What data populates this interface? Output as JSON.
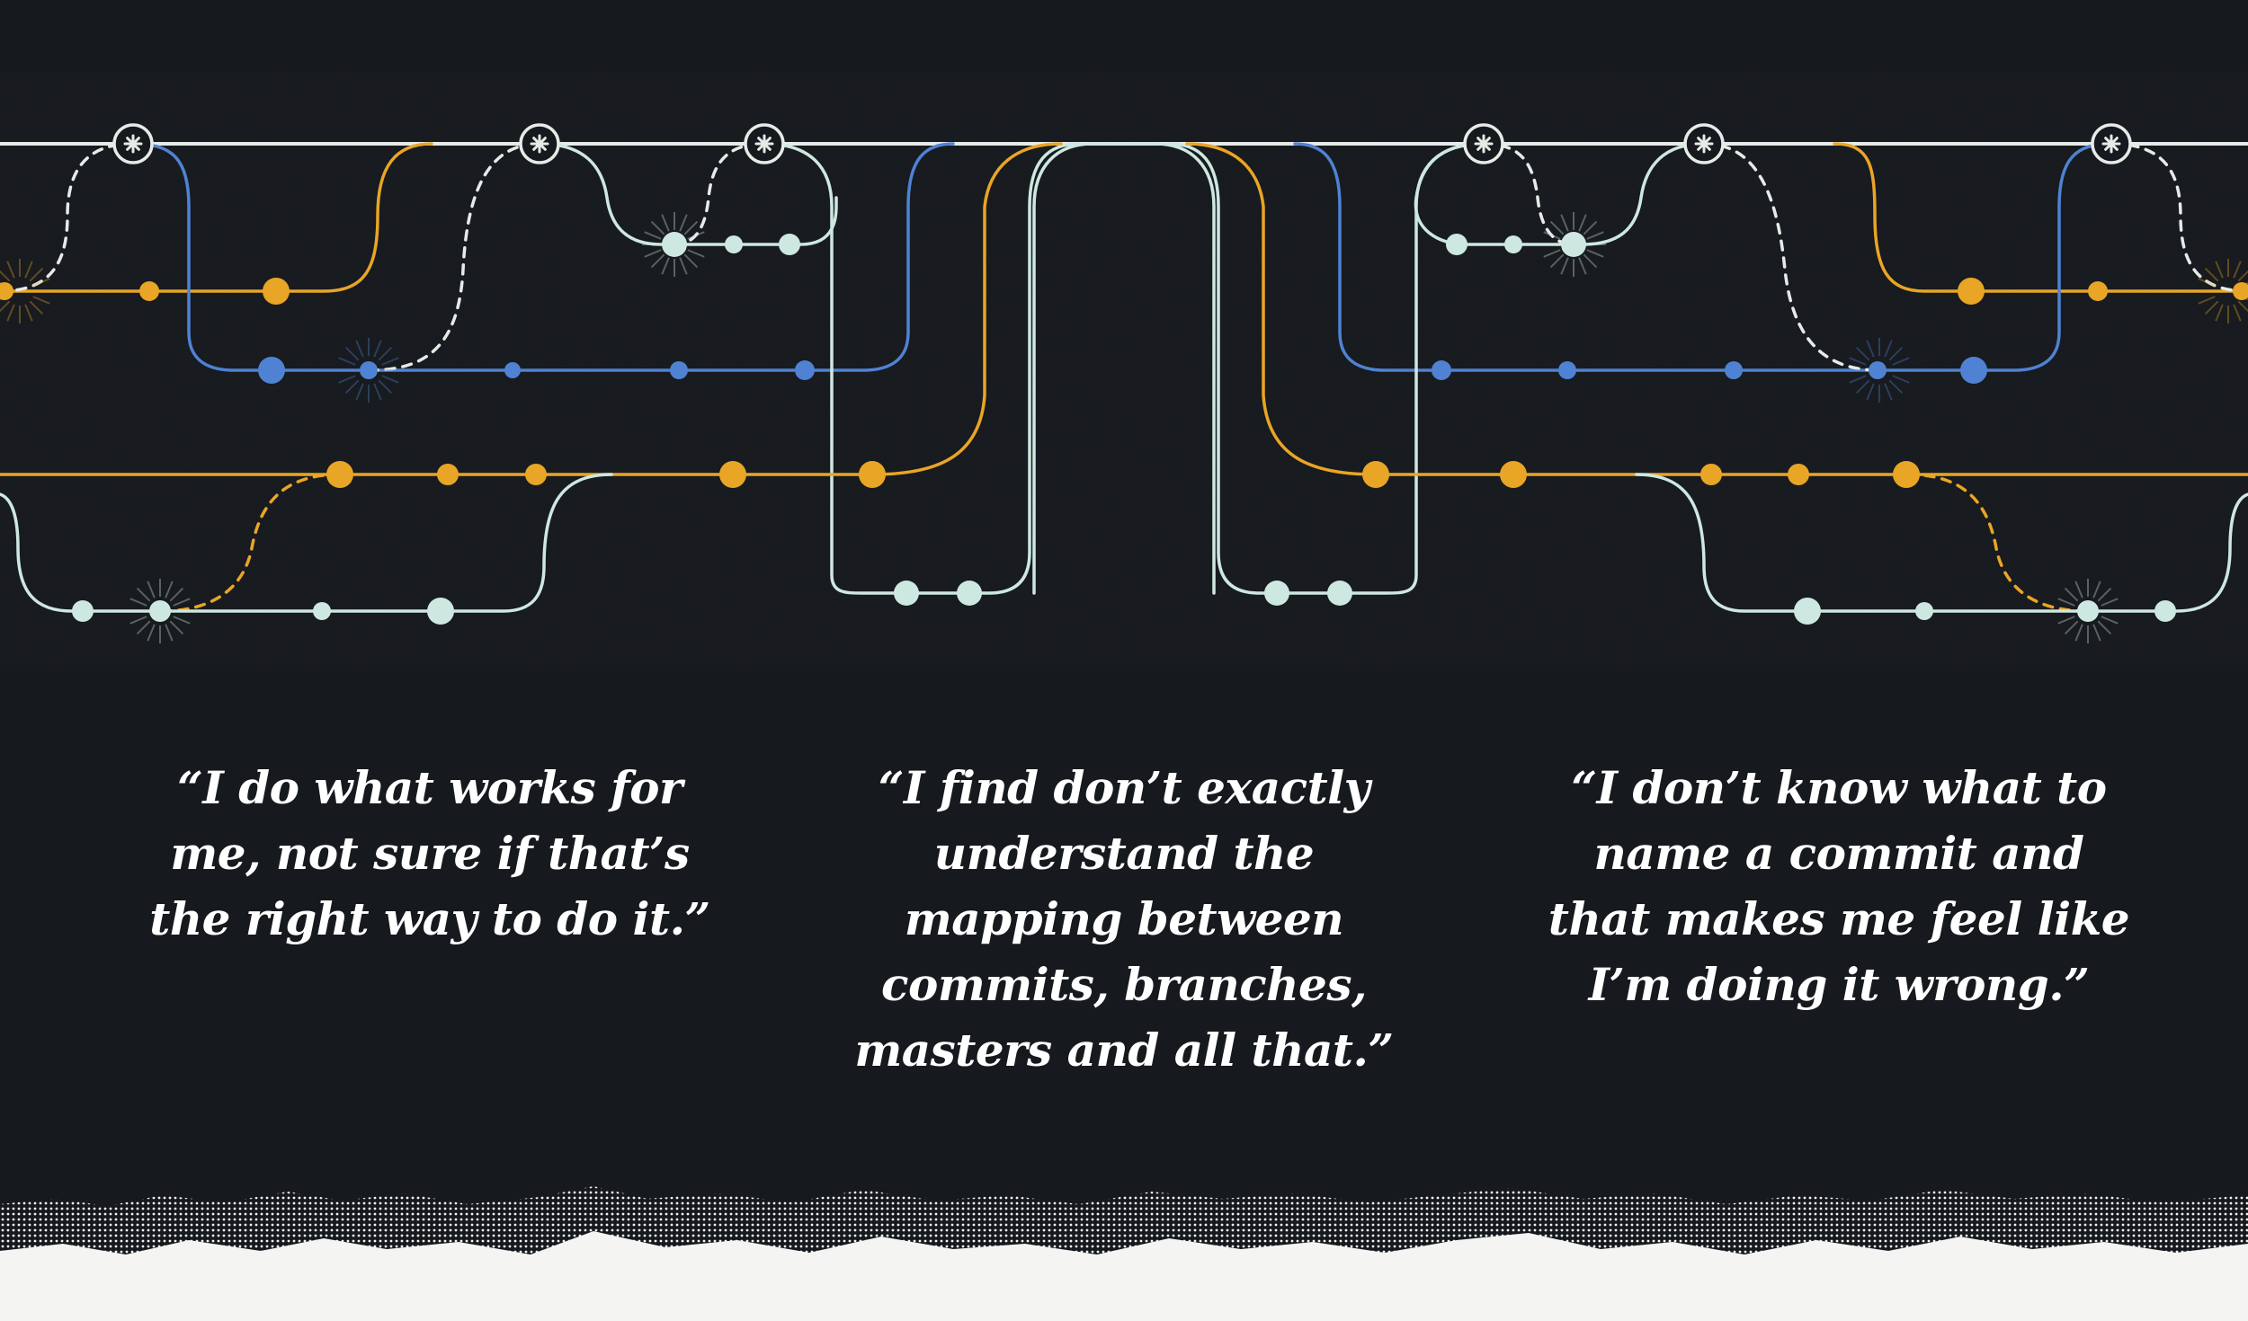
{
  "quotes": [
    {
      "text": "“I do what works for me, not sure if that’s the right way to do it.”"
    },
    {
      "text": "“I find don’t exactly understand the mapping between commits, branches, masters and all that.”"
    },
    {
      "text": "“I don’t know what to name a commit and that makes me feel like I’m doing it wrong.”"
    }
  ],
  "colors": {
    "background": "#16191d",
    "master_line": "#e6ebe8",
    "mint": "#cde8e0",
    "gold": "#e9a526",
    "blue": "#4f82d3",
    "text": "#ffffff",
    "paper": "#f4f4f2"
  },
  "icons": {
    "merge_marker": "asterisk-circle-icon",
    "burst": "starburst-icon"
  }
}
